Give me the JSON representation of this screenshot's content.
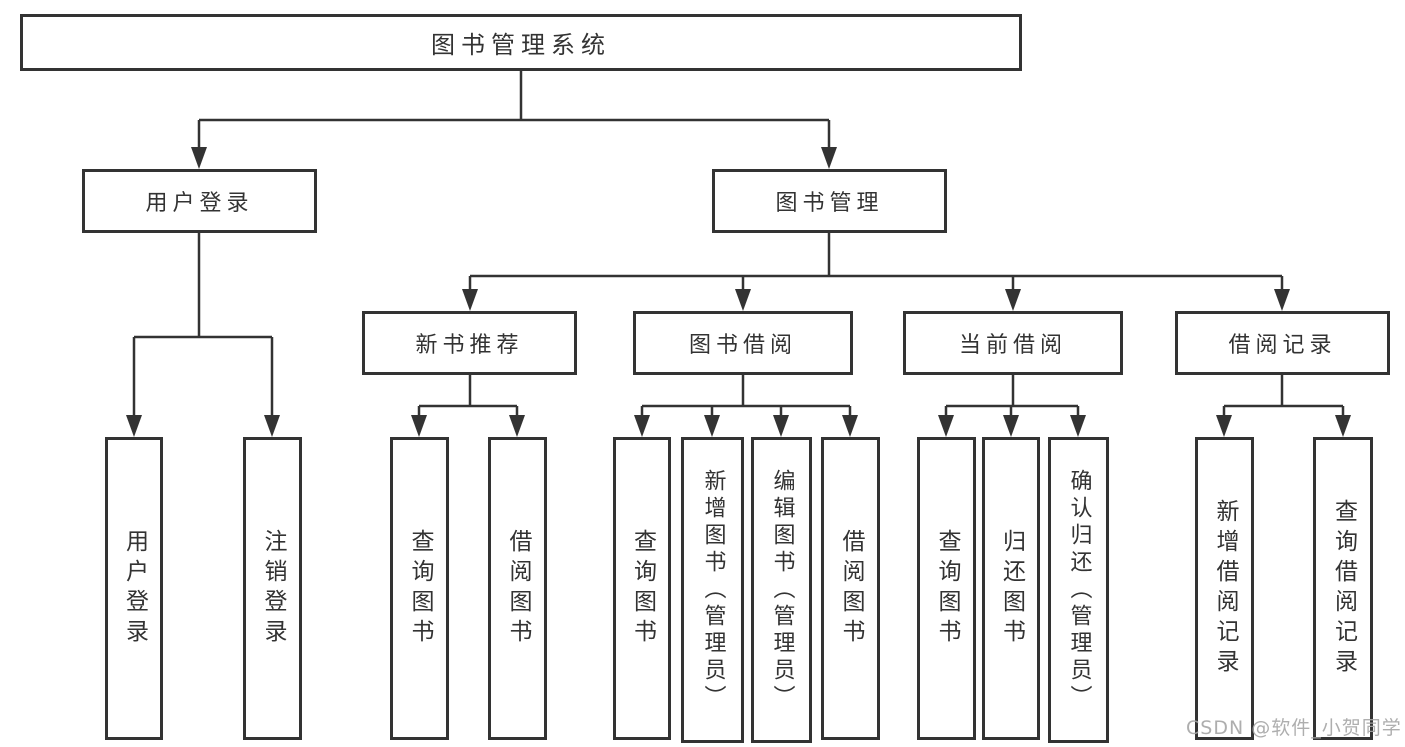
{
  "title": "图书管理系统",
  "level2": [
    {
      "label": "用户登录"
    },
    {
      "label": "图书管理"
    }
  ],
  "level3": [
    {
      "label": "新书推荐"
    },
    {
      "label": "图书借阅"
    },
    {
      "label": "当前借阅"
    },
    {
      "label": "借阅记录"
    }
  ],
  "leaves": [
    {
      "label": "用户登录"
    },
    {
      "label": "注销登录"
    },
    {
      "label": "查询图书"
    },
    {
      "label": "借阅图书"
    },
    {
      "label": "查询图书"
    },
    {
      "label": "新增图书（管理员）"
    },
    {
      "label": "编辑图书（管理员）"
    },
    {
      "label": "借阅图书"
    },
    {
      "label": "查询图书"
    },
    {
      "label": "归还图书"
    },
    {
      "label": "确认归还（管理员）"
    },
    {
      "label": "新增借阅记录"
    },
    {
      "label": "查询借阅记录"
    }
  ],
  "watermark": "CSDN @软件_小贺同学",
  "colors": {
    "line": "#333333",
    "border": "#333333",
    "text": "#333333",
    "background": "#ffffff",
    "watermark": "#a6a6a6"
  }
}
